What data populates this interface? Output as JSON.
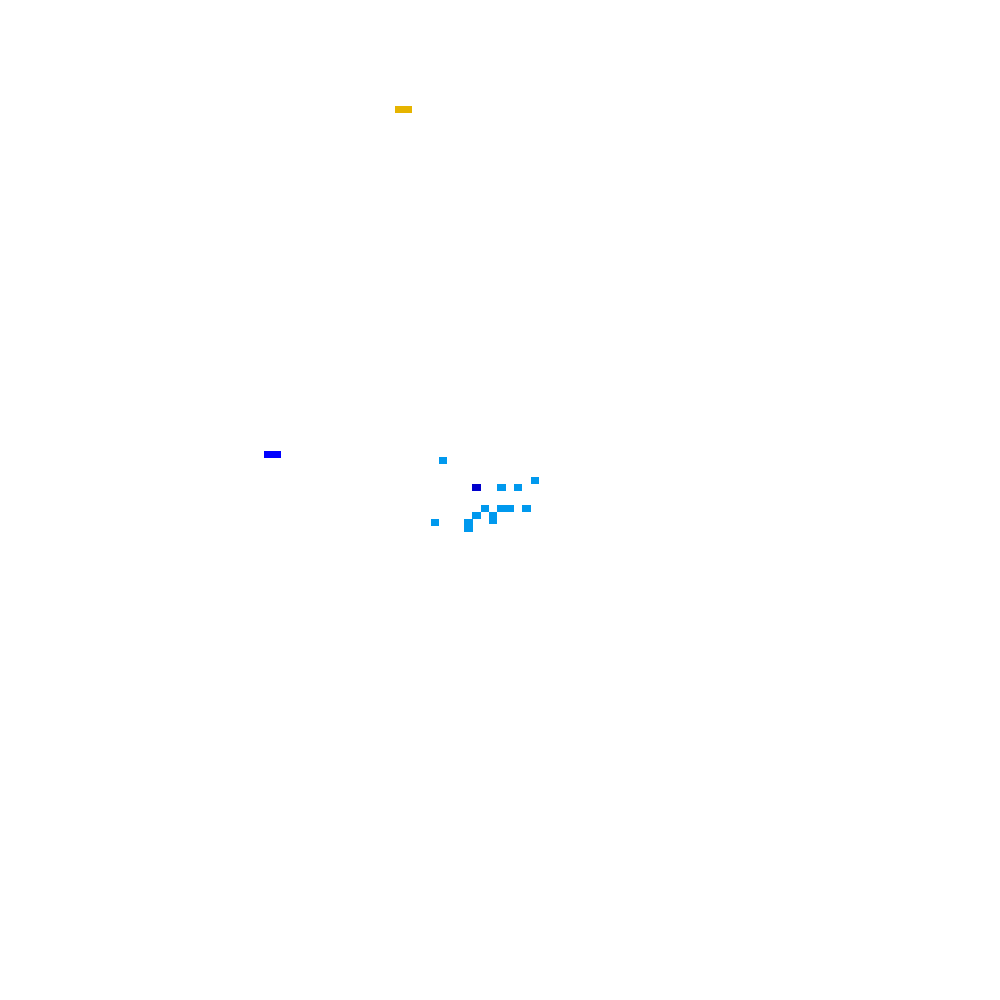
{
  "colors": {
    "background": "#ffffff",
    "yellow": "#e6b400",
    "blue": "#0000ff",
    "dark_blue": "#0000cc",
    "light_blue": "#0099ee"
  },
  "mark_groups": {
    "yellow_marks": 1,
    "blue_marks": 1,
    "dark_blue_marks": 1,
    "light_blue_marks": 14
  }
}
